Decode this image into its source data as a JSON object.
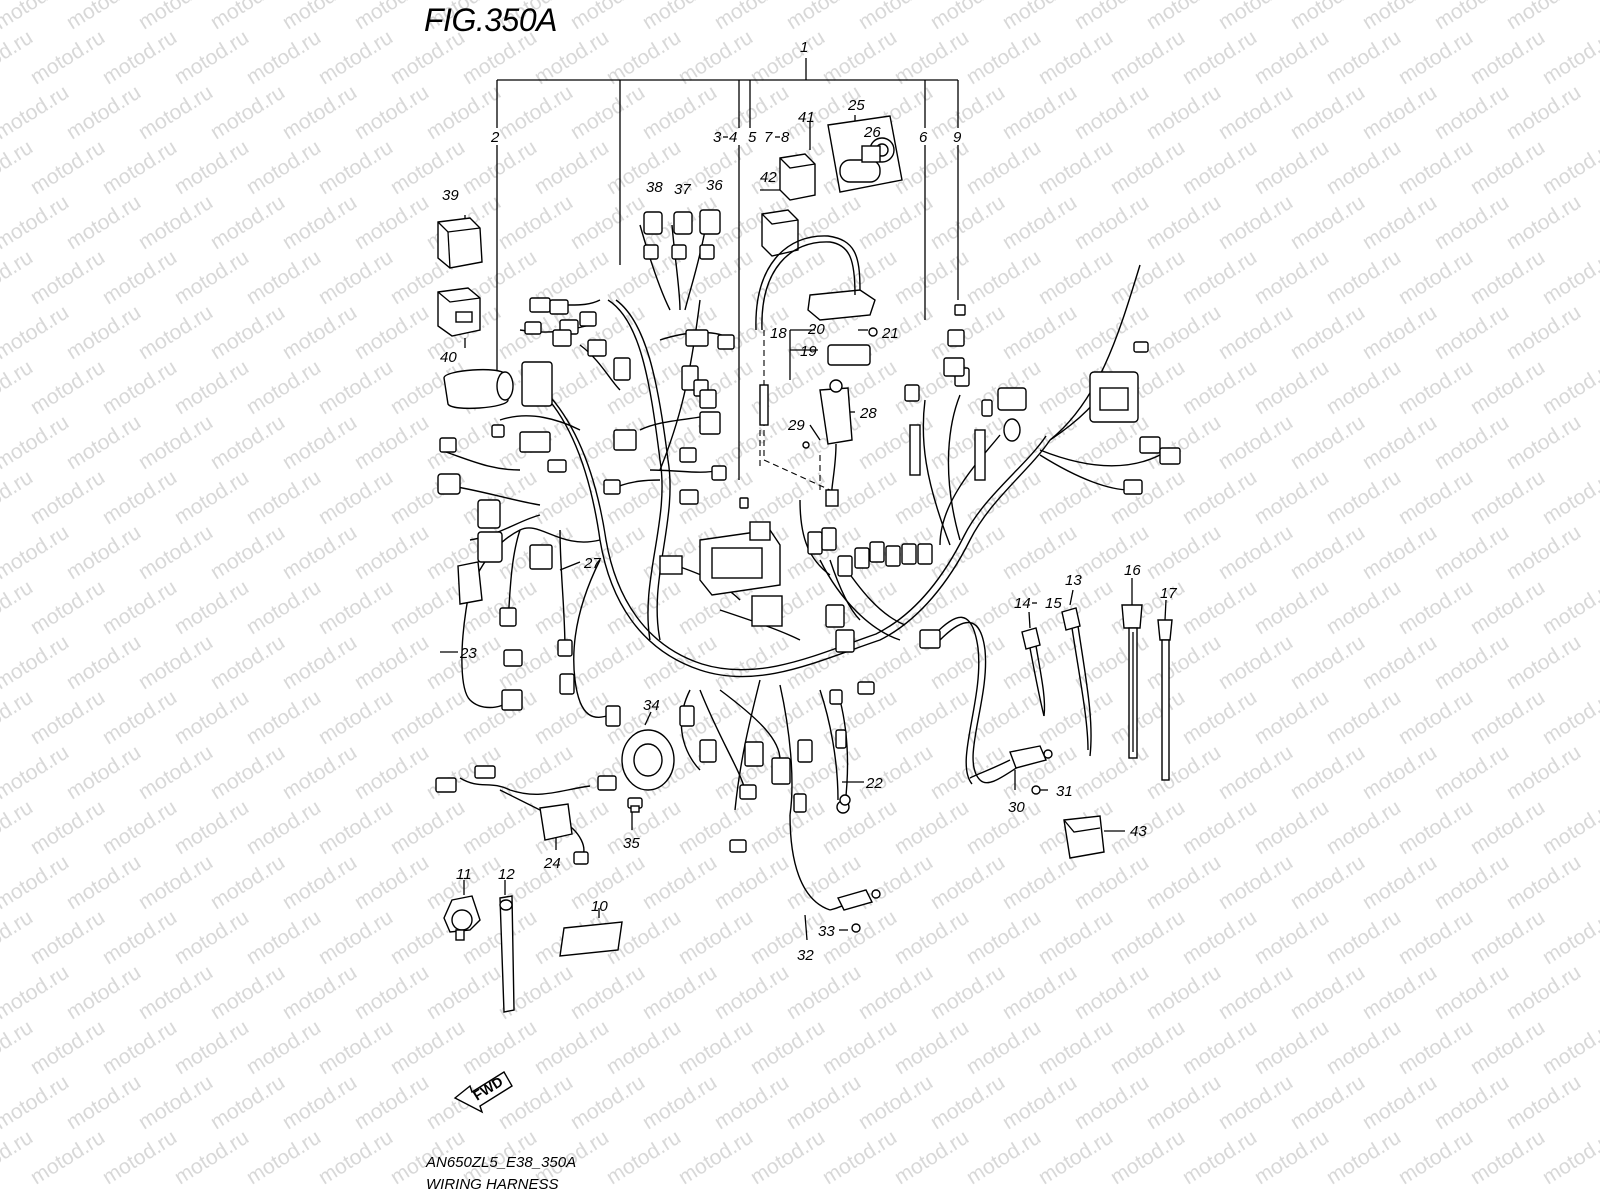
{
  "figure": {
    "title": "FIG.350A",
    "model_code": "AN650ZL5_E38_350A",
    "caption": "WIRING HARNESS"
  },
  "watermark": {
    "text": "motod.ru",
    "color": "#d8d8d8"
  },
  "fwd_label": "FWD",
  "callouts": [
    {
      "id": "1",
      "text": "1"
    },
    {
      "id": "2",
      "text": "2"
    },
    {
      "id": "3",
      "text": "3"
    },
    {
      "id": "4",
      "text": "4"
    },
    {
      "id": "5",
      "text": "5"
    },
    {
      "id": "6",
      "text": "6"
    },
    {
      "id": "7",
      "text": "7"
    },
    {
      "id": "8",
      "text": "8"
    },
    {
      "id": "9",
      "text": "9"
    },
    {
      "id": "10",
      "text": "10"
    },
    {
      "id": "11",
      "text": "11"
    },
    {
      "id": "12",
      "text": "12"
    },
    {
      "id": "13",
      "text": "13"
    },
    {
      "id": "14",
      "text": "14"
    },
    {
      "id": "15",
      "text": "15"
    },
    {
      "id": "16",
      "text": "16"
    },
    {
      "id": "17",
      "text": "17"
    },
    {
      "id": "18",
      "text": "18"
    },
    {
      "id": "19",
      "text": "19"
    },
    {
      "id": "20",
      "text": "20"
    },
    {
      "id": "21",
      "text": "21"
    },
    {
      "id": "22",
      "text": "22"
    },
    {
      "id": "23",
      "text": "23"
    },
    {
      "id": "24",
      "text": "24"
    },
    {
      "id": "25",
      "text": "25"
    },
    {
      "id": "26",
      "text": "26"
    },
    {
      "id": "27",
      "text": "27"
    },
    {
      "id": "28",
      "text": "28"
    },
    {
      "id": "29",
      "text": "29"
    },
    {
      "id": "30",
      "text": "30"
    },
    {
      "id": "31",
      "text": "31"
    },
    {
      "id": "32",
      "text": "32"
    },
    {
      "id": "33",
      "text": "33"
    },
    {
      "id": "34",
      "text": "34"
    },
    {
      "id": "35",
      "text": "35"
    },
    {
      "id": "36",
      "text": "36"
    },
    {
      "id": "37",
      "text": "37"
    },
    {
      "id": "38",
      "text": "38"
    },
    {
      "id": "39",
      "text": "39"
    },
    {
      "id": "40",
      "text": "40"
    },
    {
      "id": "41",
      "text": "41"
    },
    {
      "id": "42",
      "text": "42"
    },
    {
      "id": "43",
      "text": "43"
    }
  ]
}
